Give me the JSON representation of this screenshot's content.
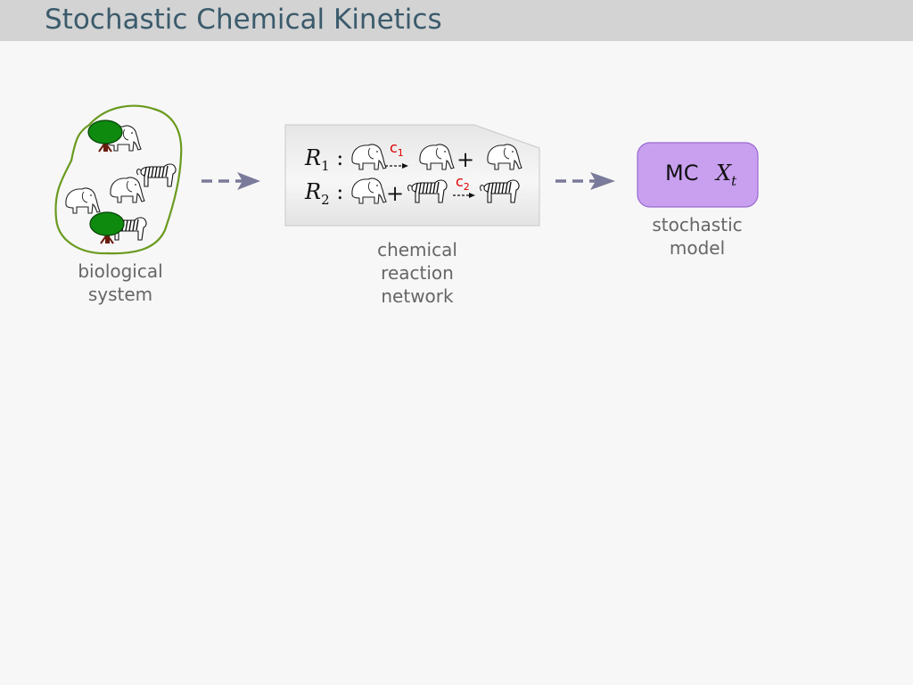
{
  "title": "Stochastic Chemical Kinetics",
  "nodes": {
    "biological": {
      "label_line1": "biological",
      "label_line2": "system"
    },
    "network": {
      "label_line1": "chemical",
      "label_line2": "reaction",
      "label_line3": "network"
    },
    "model": {
      "label_line1": "stochastic",
      "label_line2": "model",
      "box_text": "MC",
      "variable": "X",
      "variable_sub": "t"
    }
  },
  "reactions": [
    {
      "name": "R",
      "index": "1",
      "rate": "c",
      "rate_index": "1"
    },
    {
      "name": "R",
      "index": "2",
      "rate": "c",
      "rate_index": "2"
    }
  ],
  "colors": {
    "title": "#3b5b6c",
    "blob_outline": "#6a9a1f",
    "arrow": "#7a7a9a",
    "model_box": "#c9a0f0",
    "rate": "#e00000"
  },
  "icons": [
    "tree-icon",
    "elephant-icon",
    "tiger-icon"
  ]
}
